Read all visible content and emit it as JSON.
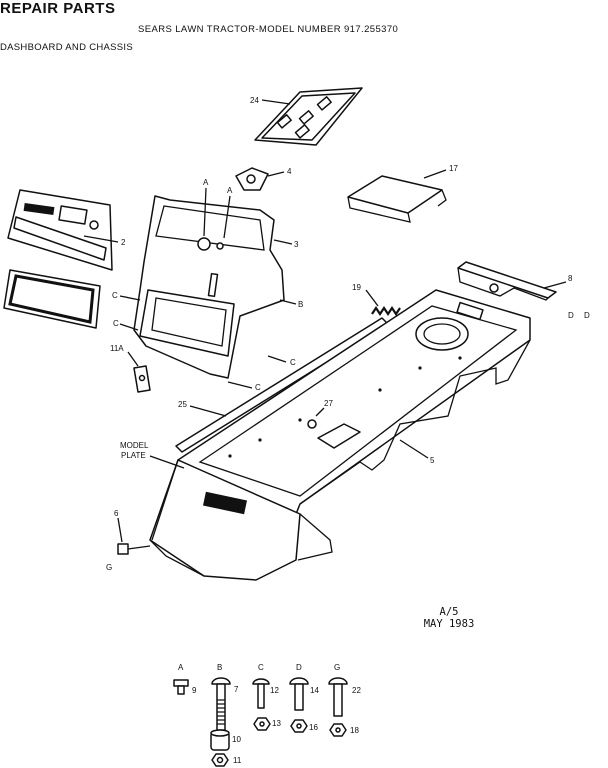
{
  "header": {
    "title": "REPAIR PARTS",
    "subtitle": "SEARS LAWN TRACTOR-MODEL NUMBER 917.255370",
    "section": "DASHBOARD AND CHASSIS"
  },
  "stamp": {
    "line1": "A/5",
    "line2": "MAY 1983"
  },
  "callouts": {
    "p24": "24",
    "p4": "4",
    "p17": "17",
    "p2": "2",
    "p3": "3",
    "p19": "19",
    "p8": "8",
    "p25": "25",
    "p27": "27",
    "p5": "5",
    "p6": "6",
    "p11a": "11A",
    "model_plate_1": "MODEL",
    "model_plate_2": "PLATE",
    "hA1": "A",
    "hA2": "A",
    "hC1": "C",
    "hC2": "C",
    "hC3": "C",
    "hC4": "C",
    "hB": "B",
    "hD1": "D",
    "hD2": "D",
    "hG": "G"
  },
  "hardware": [
    {
      "letter": "A",
      "num": "9"
    },
    {
      "letter": "B",
      "num": "7",
      "sub1": "10",
      "sub2": "11"
    },
    {
      "letter": "C",
      "num": "12",
      "sub1": "13"
    },
    {
      "letter": "D",
      "num": "14",
      "sub1": "16"
    },
    {
      "letter": "G",
      "num": "22",
      "sub1": "18"
    }
  ]
}
